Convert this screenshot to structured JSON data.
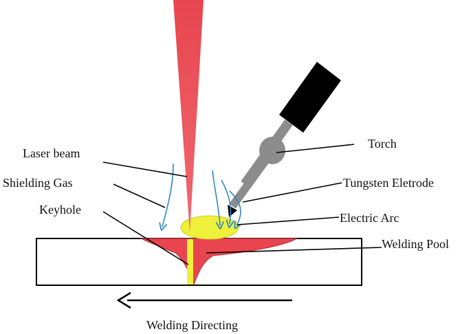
{
  "labels": {
    "laser_beam": "Laser beam",
    "shielding_gas": "Shielding Gas",
    "keyhole": "Keyhole",
    "torch": "Torch",
    "tungsten_electrode": "Tungsten Eletrode",
    "electric_arc": "Electric Arc",
    "welding_pool": "Welding Pool",
    "welding_direction": "Welding Directing"
  },
  "colors": {
    "laser": "#e8454f",
    "pool": "#e8454f",
    "arc": "#eef03a",
    "keyhole": "#eef03a",
    "gas": "#2f86c8",
    "torch_body": "#8c8c8c",
    "torch_handle": "#000000",
    "outline": "#000000"
  },
  "icons": {
    "direction_arrow": "left-arrow-icon"
  }
}
